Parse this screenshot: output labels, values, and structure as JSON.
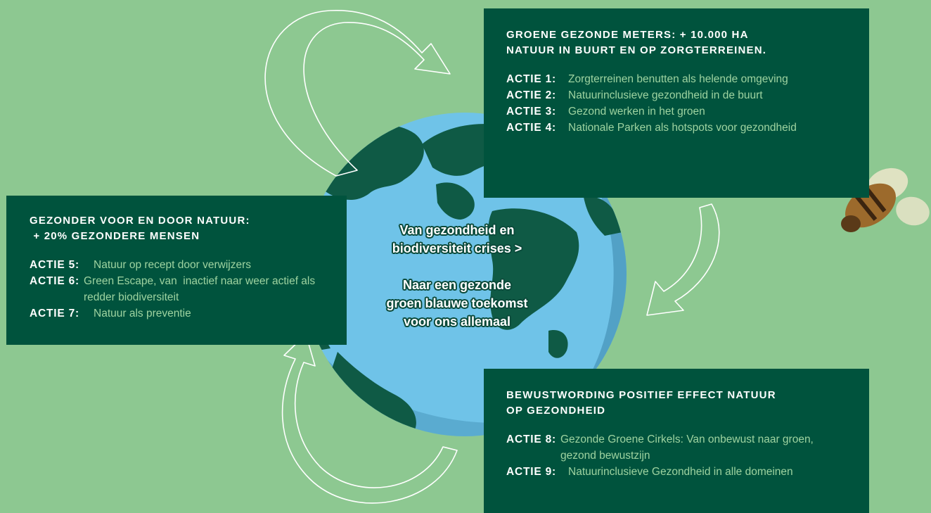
{
  "colors": {
    "background": "#8dc891",
    "panel": "#00533d",
    "action_text": "#9ed3a0",
    "globe_ocean": "#6fc3e8",
    "globe_land": "#0f5a45"
  },
  "globe": {
    "line1": "Van gezondheid en",
    "line2": "biodiversiteit crises >",
    "line3": "Naar een gezonde",
    "line4": "groen blauwe toekomst",
    "line5": "voor ons allemaal"
  },
  "panel_top": {
    "title_line1": "GROENE GEZONDE METERS: + 10.000 HA",
    "title_line2": "NATUUR IN BUURT EN OP ZORGTERREINEN.",
    "actions": [
      {
        "label": "ACTIE 1:",
        "text": "Zorgterreinen benutten als helende omgeving"
      },
      {
        "label": "ACTIE 2:",
        "text": "Natuurinclusieve gezondheid in de buurt"
      },
      {
        "label": "ACTIE 3:",
        "text": "Gezond werken in het groen"
      },
      {
        "label": "ACTIE 4:",
        "text": "Nationale Parken als hotspots voor gezondheid"
      }
    ]
  },
  "panel_left": {
    "title_line1": "GEZONDER VOOR EN DOOR NATUUR:",
    "title_line2": " + 20% GEZONDERE MENSEN",
    "actions": [
      {
        "label": "ACTIE 5:",
        "text": "Natuur op recept door verwijzers"
      },
      {
        "label": "ACTIE 6:",
        "text": "Green Escape, van  inactief naar weer actief als redder biodiversiteit"
      },
      {
        "label": "ACTIE 7:",
        "text": "Natuur als preventie"
      }
    ]
  },
  "panel_bottom": {
    "title_line1": "BEWUSTWORDING POSITIEF EFFECT NATUUR",
    "title_line2": "OP GEZONDHEID",
    "actions": [
      {
        "label": "ACTIE 8:",
        "text": "Gezonde Groene Cirkels: Van onbewust naar groen, gezond bewustzijn"
      },
      {
        "label": "ACTIE 9:",
        "text": "Natuurinclusieve Gezondheid in alle domeinen"
      }
    ]
  },
  "icons": {
    "globe": "earth-globe-icon",
    "arrows": "cycle-arrow-icon",
    "bee": "bee-icon"
  }
}
